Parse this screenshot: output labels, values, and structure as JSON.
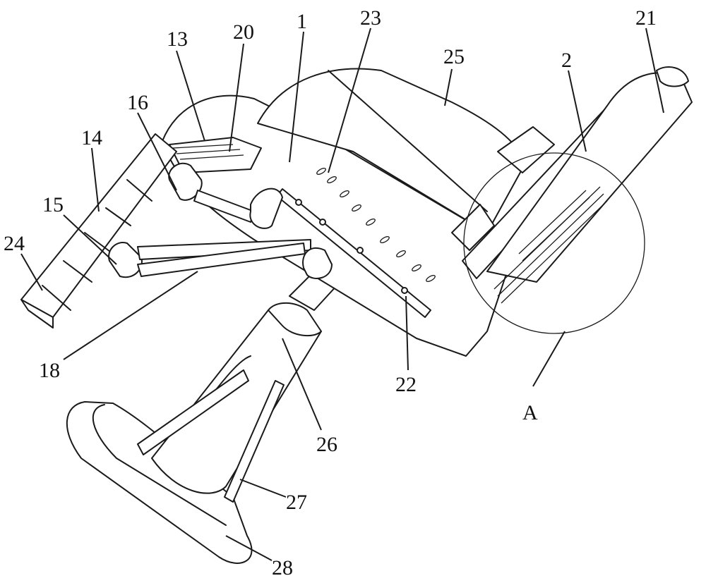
{
  "labels": {
    "l1": "1",
    "l2": "2",
    "l13": "13",
    "l14": "14",
    "l15": "15",
    "l16": "16",
    "l18": "18",
    "l20": "20",
    "l21": "21",
    "l22": "22",
    "l23": "23",
    "l24": "24",
    "l25": "25",
    "l26": "26",
    "l27": "27",
    "l28": "28",
    "lA": "A"
  }
}
